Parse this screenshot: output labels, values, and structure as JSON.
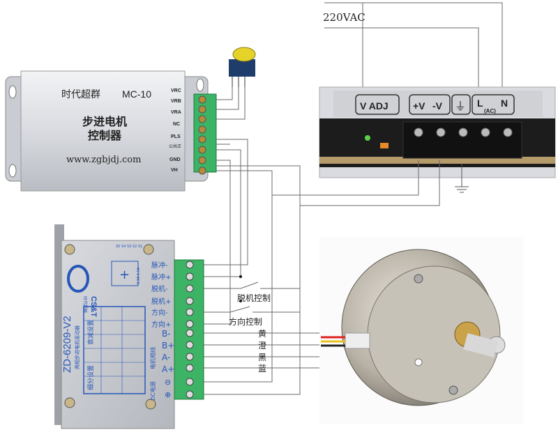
{
  "power": {
    "ac_label": "220VAC",
    "labels": {
      "vadj": "V ADJ",
      "plus_v": "+V",
      "minus_v": "-V",
      "ground": "⏚",
      "l": "L",
      "n": "N",
      "ac": "(AC)"
    }
  },
  "controller": {
    "brand": "时代超群",
    "model": "MC-10",
    "title_line1": "步进电机",
    "title_line2": "控制器",
    "website": "www.zgbjdj.com",
    "terminals": [
      "VRC",
      "VRB",
      "VRA",
      "NC",
      "PLS",
      "公共正",
      "GND",
      "VH"
    ]
  },
  "driver": {
    "model": "ZD-6209-V2",
    "subtitle": "两相步进电机驱动器",
    "logo": "CS&T",
    "logo_sub": "时代超群",
    "microstep_title": "细分设置",
    "decay_title": "衰减设置",
    "motor_phase_label": "电机相线",
    "dc_power_label": "DC电源",
    "switch_labels": [
      "S5",
      "S4",
      "S3",
      "S2",
      "S1"
    ],
    "current_label": "0.3A 1.5A",
    "terminals": [
      "脉冲-",
      "脉冲+",
      "脱机-",
      "脱机+",
      "方向-",
      "方向+",
      "B-",
      "B+",
      "A-",
      "A+",
      "⊖",
      "⊕"
    ]
  },
  "wiring": {
    "enable_control": "脱机控制",
    "direction_control": "方向控制",
    "wire_colors": [
      "黄",
      "澄",
      "黑",
      "蓝"
    ]
  }
}
